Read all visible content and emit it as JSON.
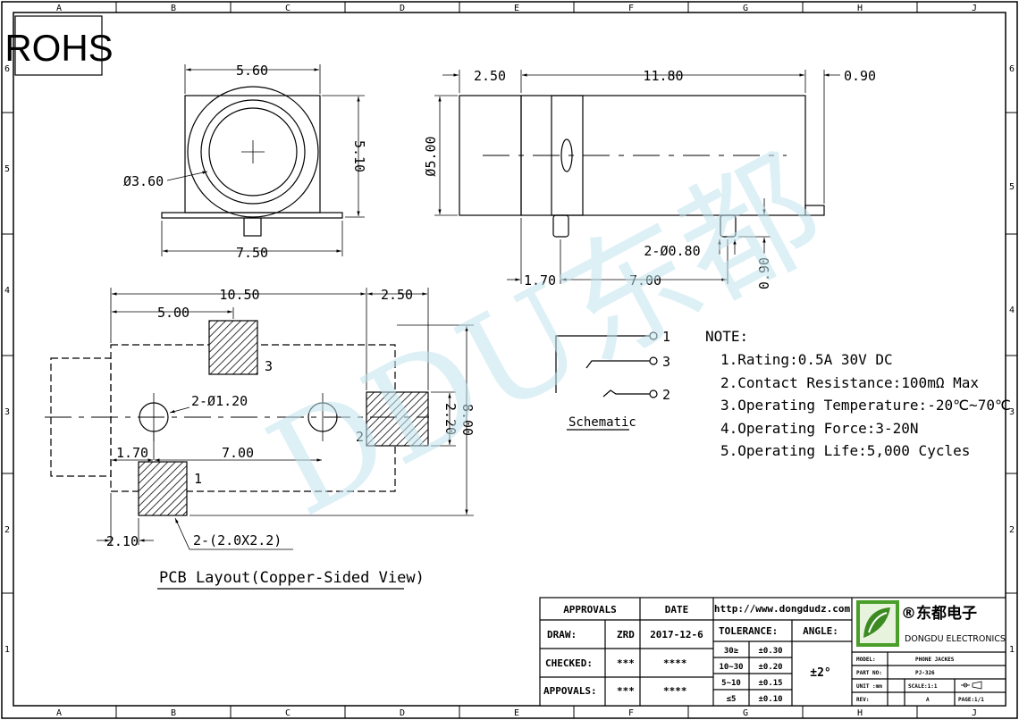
{
  "badge": {
    "rohs": "ROHS"
  },
  "grid": {
    "columns": [
      "A",
      "B",
      "C",
      "D",
      "E",
      "F",
      "G",
      "H",
      "J"
    ],
    "rows_left": [
      "6",
      "5",
      "4",
      "3",
      "2",
      "1"
    ],
    "rows_right": [
      "5",
      "4",
      "3",
      "2",
      "1"
    ]
  },
  "front_view": {
    "width": "5.60",
    "height": "5.10",
    "inner_dia": "Ø3.60",
    "base_width": "7.50"
  },
  "side_view": {
    "left": "2.50",
    "length": "11.80",
    "right": "0.90",
    "dia": "Ø5.00",
    "pin_dia": "2-Ø0.80",
    "pin_offset": "1.70",
    "pin_pitch": "7.00",
    "pin_len": "0.90"
  },
  "pcb": {
    "overall": "10.50",
    "pad_off": "2.50",
    "pad3_off": "5.00",
    "pad3": "3",
    "pad2": "2",
    "pad1": "1",
    "hole": "2-Ø1.20",
    "pad_h": "2.20",
    "height": "8.00",
    "left_off": "1.70",
    "pitch": "7.00",
    "bottom_off": "2.10",
    "pad_size": "2-(2.0X2.2)",
    "caption": "PCB Layout(Copper-Sided View)"
  },
  "schematic": {
    "label": "Schematic",
    "pin1": "1",
    "pin3": "3",
    "pin2": "2"
  },
  "notes": {
    "title": "NOTE:",
    "items": [
      "1.Rating:0.5A 30V DC",
      "2.Contact Resistance:100mΩ Max",
      "3.Operating Temperature:-20℃~70℃",
      "4.Operating Force:3-20N",
      "5.Operating Life:5,000 Cycles"
    ]
  },
  "watermark": "DDU东都",
  "title_block": {
    "approvals": "APPROVALS",
    "date": "DATE",
    "draw": "DRAW:",
    "draw_name": "ZRD",
    "draw_date": "2017-12-6",
    "checked": "CHECKED:",
    "checked_name": "***",
    "checked_date": "****",
    "appovals": "APPOVALS:",
    "appovals_name": "***",
    "appovals_date": "****",
    "url": "http://www.dongdudz.com",
    "tolerance": "TOLERANCE:",
    "angle": "ANGLE:",
    "angle_value": "±2°",
    "tol_rows": [
      [
        "30≥",
        "±0.30"
      ],
      [
        "10~30",
        "±0.20"
      ],
      [
        "5~10",
        "±0.15"
      ],
      [
        "≤5",
        "±0.10"
      ]
    ],
    "company_cn": "®东都电子",
    "company_en": "DONGDU ELECTRONICS",
    "model_label": "MODEL:",
    "model": "PHONE JACKES",
    "part_label": "PART NO:",
    "part": "PJ-326",
    "unit_label": "UNIT :mm",
    "scale": "SCALE:1:1",
    "rev_label": "REV:",
    "rev": "A",
    "page": "PAGE:1/1"
  }
}
